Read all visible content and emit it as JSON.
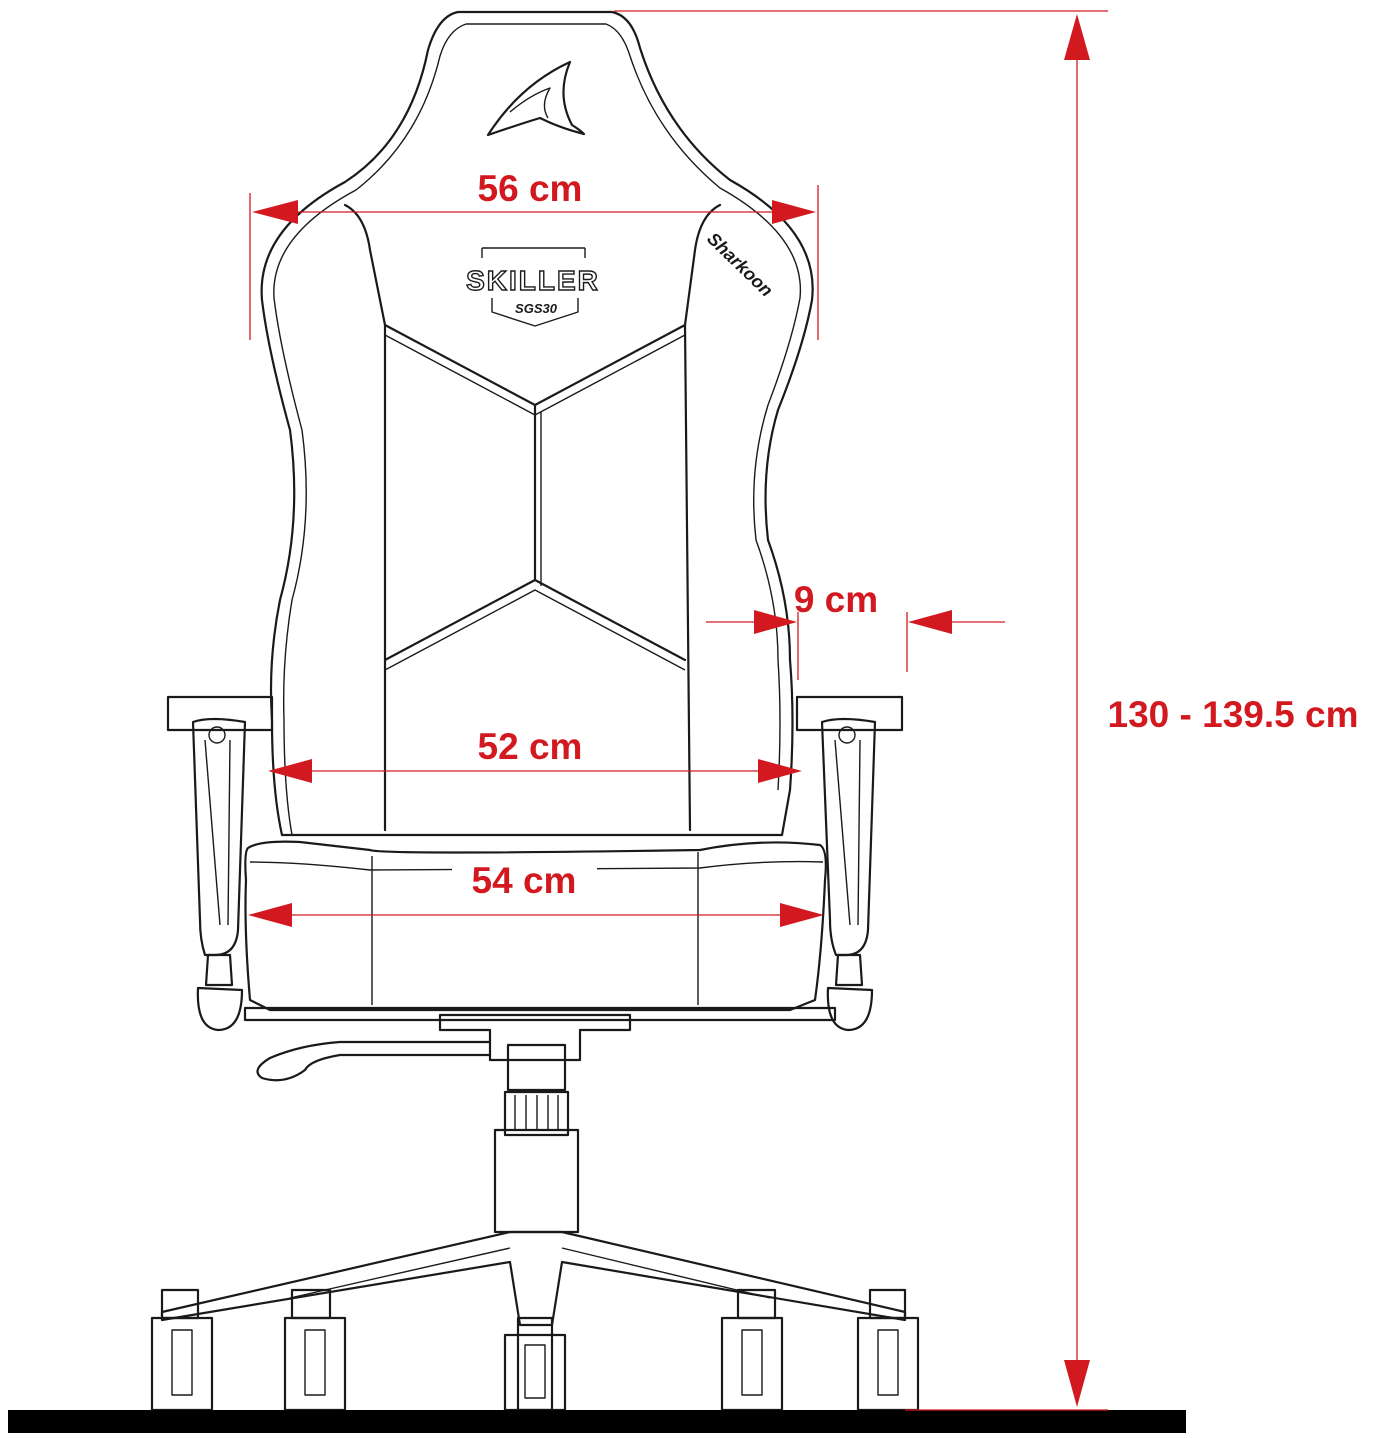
{
  "dimensions": {
    "backrest_width": "56 cm",
    "side_bolster": "9 cm",
    "backrest_lower_width": "52 cm",
    "seat_width": "54 cm",
    "total_height": "130 - 139.5 cm"
  },
  "branding": {
    "brand": "Sharkoon",
    "model_top": "SKILLER",
    "model_bottom": "SGS30"
  },
  "colors": {
    "dimension_red": "#d31920",
    "outline": "#1a1a1a",
    "floor": "#000000"
  }
}
